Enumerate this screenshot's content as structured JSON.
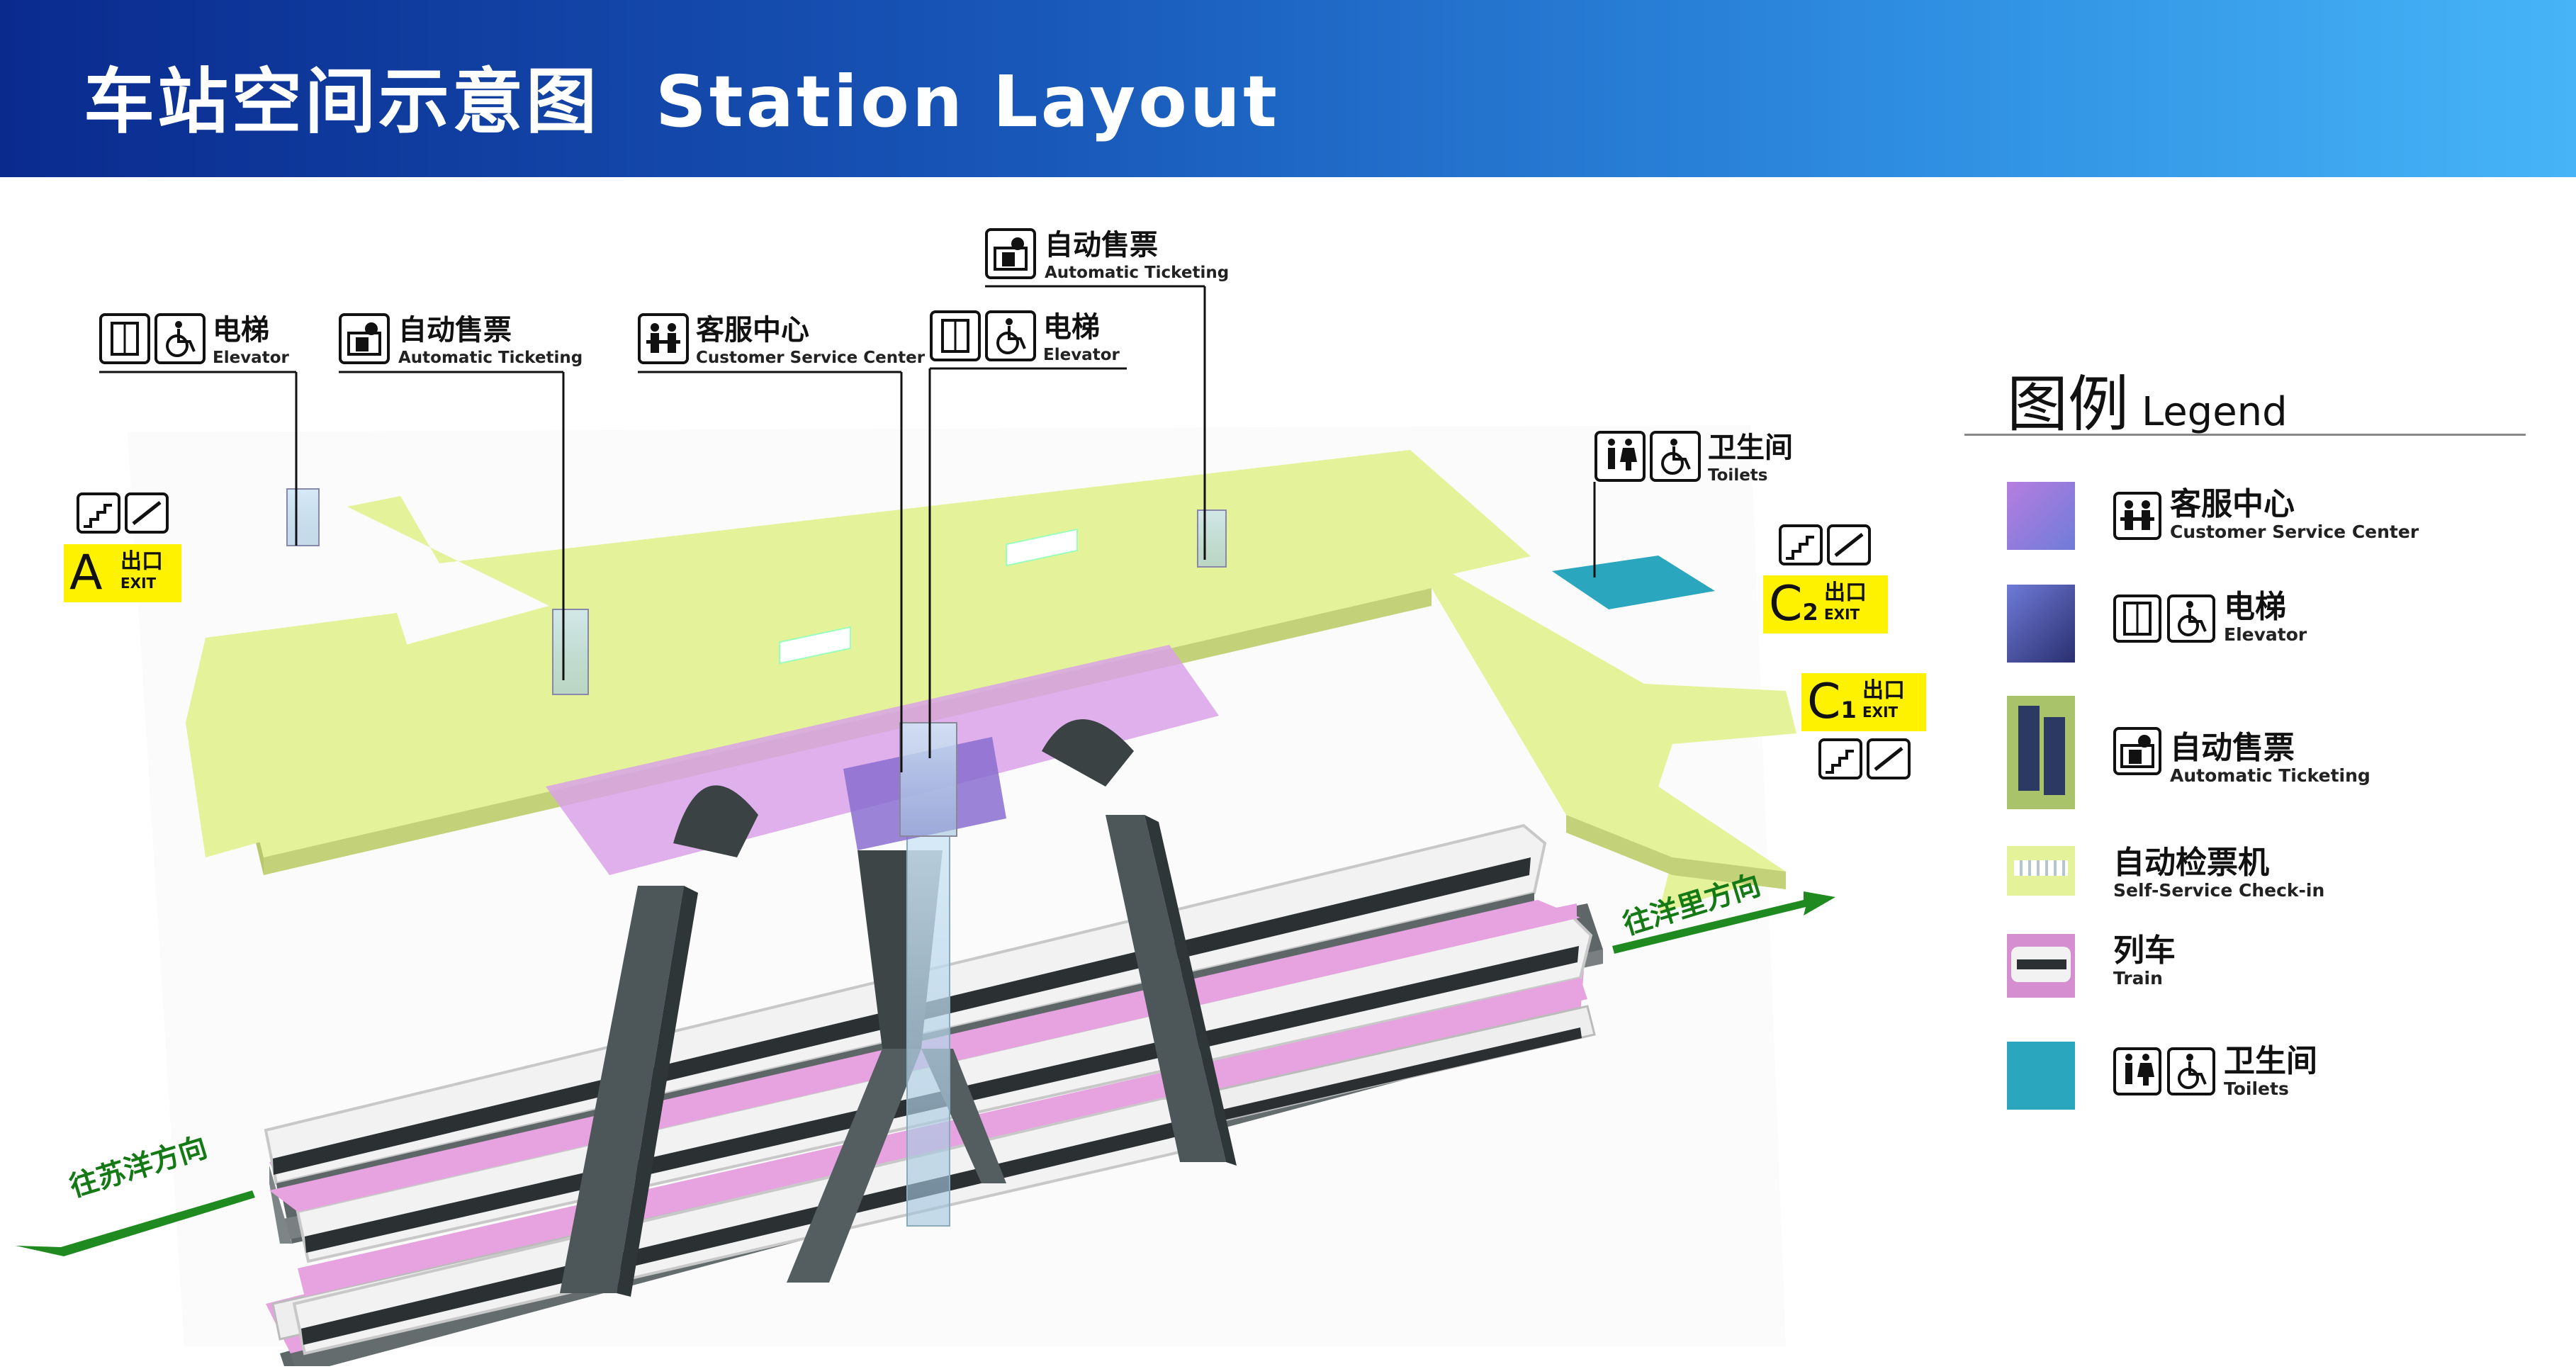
{
  "header": {
    "title_zh": "车站空间示意图",
    "title_en": "Station Layout",
    "gradient": [
      "#0a2a8e",
      "#46b4f7"
    ]
  },
  "colors": {
    "concourse": "#e4f39a",
    "platform": "#e6a3e0",
    "service_zone": "#d9a2e8",
    "toilet": "#2aa7bf",
    "stair": "#505a5c",
    "exit_badge": "#fff200",
    "direction_arrow": "#1f8a1f"
  },
  "callouts": {
    "elevator_left": {
      "zh": "电梯",
      "en": "Elevator"
    },
    "ticket_left": {
      "zh": "自动售票",
      "en": "Automatic Ticketing"
    },
    "service": {
      "zh": "客服中心",
      "en": "Customer Service Center"
    },
    "elevator_mid": {
      "zh": "电梯",
      "en": "Elevator"
    },
    "ticket_top": {
      "zh": "自动售票",
      "en": "Automatic Ticketing"
    },
    "toilets": {
      "zh": "卫生间",
      "en": "Toilets"
    }
  },
  "exits": {
    "a": {
      "letter": "A",
      "sub": "",
      "zh": "出口",
      "en": "EXIT"
    },
    "c2": {
      "letter": "C",
      "sub": "2",
      "zh": "出口",
      "en": "EXIT"
    },
    "c1": {
      "letter": "C",
      "sub": "1",
      "zh": "出口",
      "en": "EXIT"
    }
  },
  "directions": {
    "left": "往苏洋方向",
    "right": "往洋里方向"
  },
  "legend": {
    "title_zh": "图例",
    "title_en": "Legend",
    "items": [
      {
        "zh": "客服中心",
        "en": "Customer Service Center",
        "icons": [
          "staff-icon"
        ],
        "swatch": "#8a6fd0"
      },
      {
        "zh": "电梯",
        "en": "Elevator",
        "icons": [
          "elevator-icon",
          "wheelchair-icon"
        ],
        "swatch": "#3a3f8f"
      },
      {
        "zh": "自动售票",
        "en": "Automatic Ticketing",
        "icons": [
          "ticket-machine-icon"
        ],
        "swatch": "#3d4b78"
      },
      {
        "zh": "自动检票机",
        "en": "Self-Service Check-in",
        "icons": [],
        "swatch": "#e4f39a"
      },
      {
        "zh": "列车",
        "en": "Train",
        "icons": [],
        "swatch": "#d58fd0"
      },
      {
        "zh": "卫生间",
        "en": "Toilets",
        "icons": [
          "restroom-icon",
          "wheelchair-icon"
        ],
        "swatch": "#2aa7bf"
      }
    ]
  }
}
